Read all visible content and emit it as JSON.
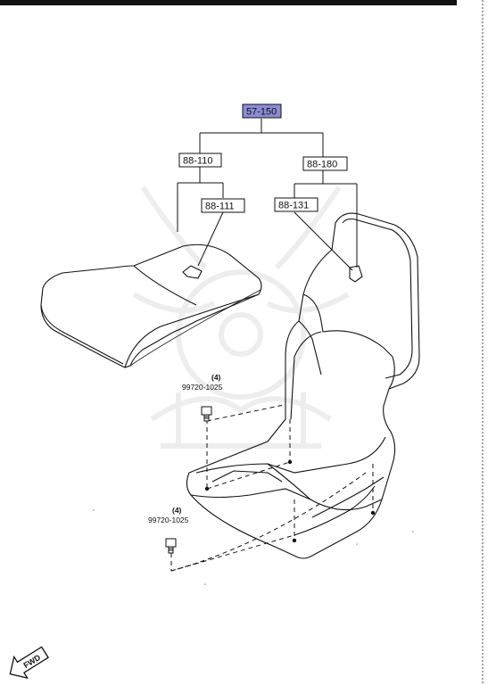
{
  "diagram": {
    "parts": {
      "main": "57-150",
      "cushion": "88-110",
      "cushion_cover": "88-111",
      "back": "88-180",
      "back_cover": "88-131"
    },
    "bolts": [
      {
        "qty": "(4)",
        "part_no": "99720-1025"
      },
      {
        "qty": "(4)",
        "part_no": "99720-1025"
      }
    ],
    "fwd_label": "FWD",
    "colors": {
      "highlight": "#8b8bd6",
      "line": "#111111"
    }
  }
}
